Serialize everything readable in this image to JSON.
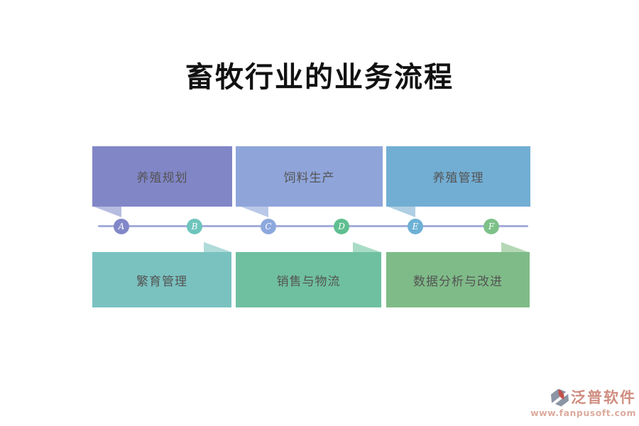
{
  "title": "畜牧行业的业务流程",
  "process": {
    "top_steps": [
      {
        "label": "养殖规划",
        "node": "A",
        "fill": "#8186c7",
        "tail_fill": "#b7bce1"
      },
      {
        "label": "饲料生产",
        "node": "C",
        "fill": "#8fa5da",
        "tail_fill": "#bac8e9"
      },
      {
        "label": "养殖管理",
        "node": "E",
        "fill": "#72aed3",
        "tail_fill": "#b0cfe4"
      }
    ],
    "bottom_steps": [
      {
        "label": "繁育管理",
        "node": "B",
        "fill": "#7ac2c0",
        "tail_fill": "#afdbd9"
      },
      {
        "label": "销售与物流",
        "node": "D",
        "fill": "#6fc0a1",
        "tail_fill": "#a8dcc6"
      },
      {
        "label": "数据分析与改进",
        "node": "F",
        "fill": "#7fbb88",
        "tail_fill": "#b4d8b6"
      }
    ],
    "nodes": [
      {
        "label": "A",
        "fill": "#8187c8"
      },
      {
        "label": "B",
        "fill": "#6ec5bc"
      },
      {
        "label": "C",
        "fill": "#8ca8dd"
      },
      {
        "label": "D",
        "fill": "#5fbf90"
      },
      {
        "label": "E",
        "fill": "#6db1d5"
      },
      {
        "label": "F",
        "fill": "#7dc189"
      }
    ],
    "line_color": "#a4addc"
  },
  "watermark": {
    "brand": "泛普软件",
    "url": "www.fanpusoft.com",
    "brand_color": "#cf8d80",
    "url_color": "#dcab9e"
  }
}
